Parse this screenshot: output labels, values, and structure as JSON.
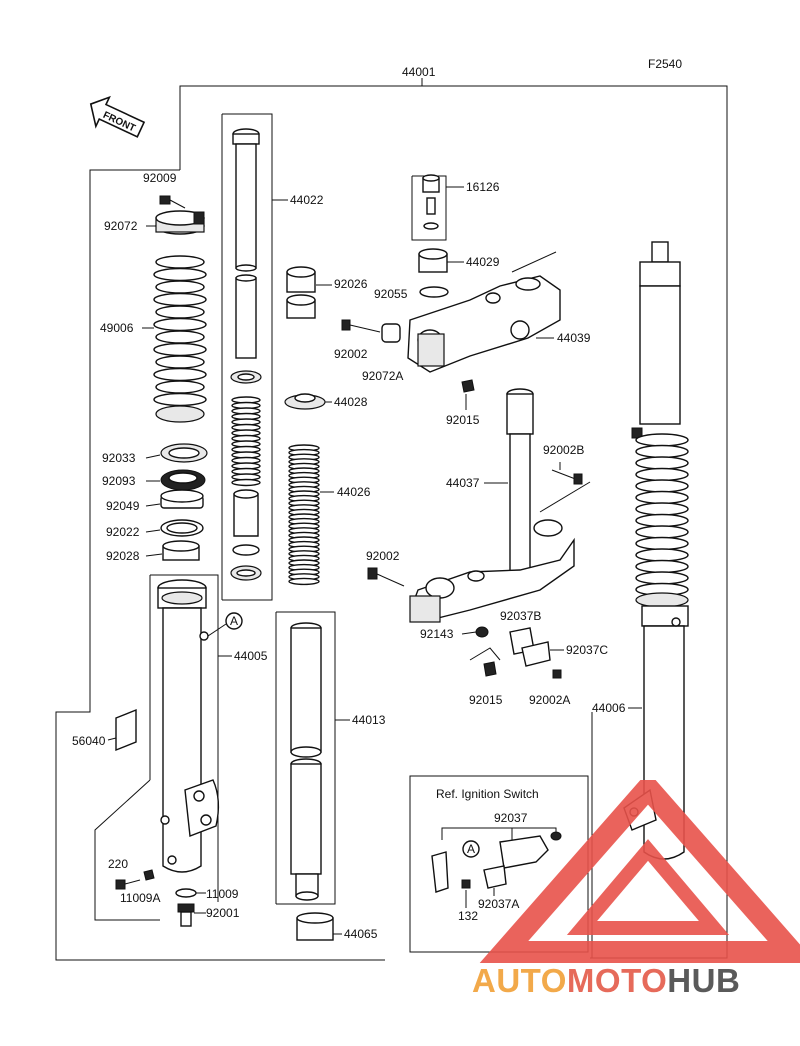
{
  "diagram": {
    "code": "F2540",
    "front_tag": "FRONT",
    "ref_box_title": "Ref. Ignition Switch",
    "callouts": {
      "c44001": "44001",
      "c92009": "92009",
      "c92072": "92072",
      "c49006": "49006",
      "c92033": "92033",
      "c92093": "92093",
      "c92049": "92049",
      "c92022": "92022",
      "c92028": "92028",
      "c44005": "44005",
      "c56040": "56040",
      "c220": "220",
      "c11009A": "11009A",
      "c11009": "11009",
      "c92001": "92001",
      "c44022": "44022",
      "c92026": "92026",
      "c44028": "44028",
      "c44026": "44026",
      "c44013": "44013",
      "c44065": "44065",
      "c16126": "16126",
      "c44029": "44029",
      "c92055": "92055",
      "c44039": "44039",
      "c92002_top": "92002",
      "c92072A": "92072A",
      "c92015_top": "92015",
      "c44037": "44037",
      "c92002B": "92002B",
      "c92002_mid": "92002",
      "c92037B": "92037B",
      "c92143": "92143",
      "c92037C": "92037C",
      "c92015_low": "92015",
      "c92002A": "92002A",
      "c44006": "44006",
      "c92037": "92037",
      "c132": "132",
      "c92037A": "92037A",
      "markA1": "A",
      "markA2": "A"
    }
  },
  "watermark": {
    "part1": "AUTO",
    "part2": "MOTO",
    "part3": "HUB",
    "color_triangle": "#e8524a"
  }
}
